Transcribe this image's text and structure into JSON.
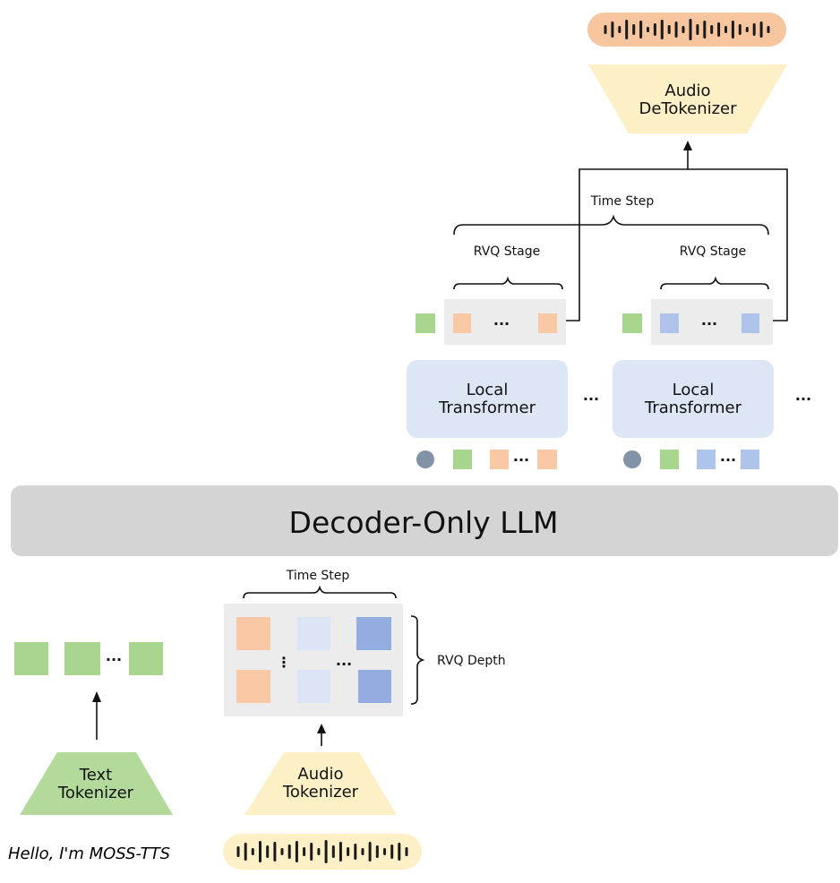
{
  "colors": {
    "text_token": "#a9d68f",
    "audio_peach": "#f8c9a4",
    "audio_light_blue": "#dbe5f5",
    "audio_blue": "#93ade0",
    "local_blue": "#aec4ea",
    "gray_circle": "#8492a8",
    "llm_gray": "#d4d4d4",
    "tokenizer_yellow": "#fdf0c6",
    "text_tokenizer_green": "#b3d99b",
    "transformer_bg": "#dce6f5",
    "panel_gray": "#ececec",
    "waveform_bg": "#f7c59e",
    "waveform_bg_light": "#fdf0c6"
  },
  "top": {
    "detokenizer": {
      "line1": "Audio",
      "line2": "DeTokenizer"
    },
    "time_step": "Time Step",
    "rvq_stage_left": "RVQ Stage",
    "rvq_stage_right": "RVQ Stage",
    "local_transformer_left": {
      "line1": "Local",
      "line2": "Transformer"
    },
    "local_transformer_right": {
      "line1": "Local",
      "line2": "Transformer"
    },
    "ellipsis": "..."
  },
  "llm": {
    "label": "Decoder-Only LLM"
  },
  "bottom": {
    "time_step": "Time Step",
    "rvq_depth": "RVQ Depth",
    "text_tokenizer": {
      "line1": "Text",
      "line2": "Tokenizer"
    },
    "audio_tokenizer": {
      "line1": "Audio",
      "line2": "Tokenizer"
    },
    "input_text": "Hello, I'm MOSS-TTS",
    "ellipsis": "...",
    "vertical_ellipsis": "⋮"
  }
}
